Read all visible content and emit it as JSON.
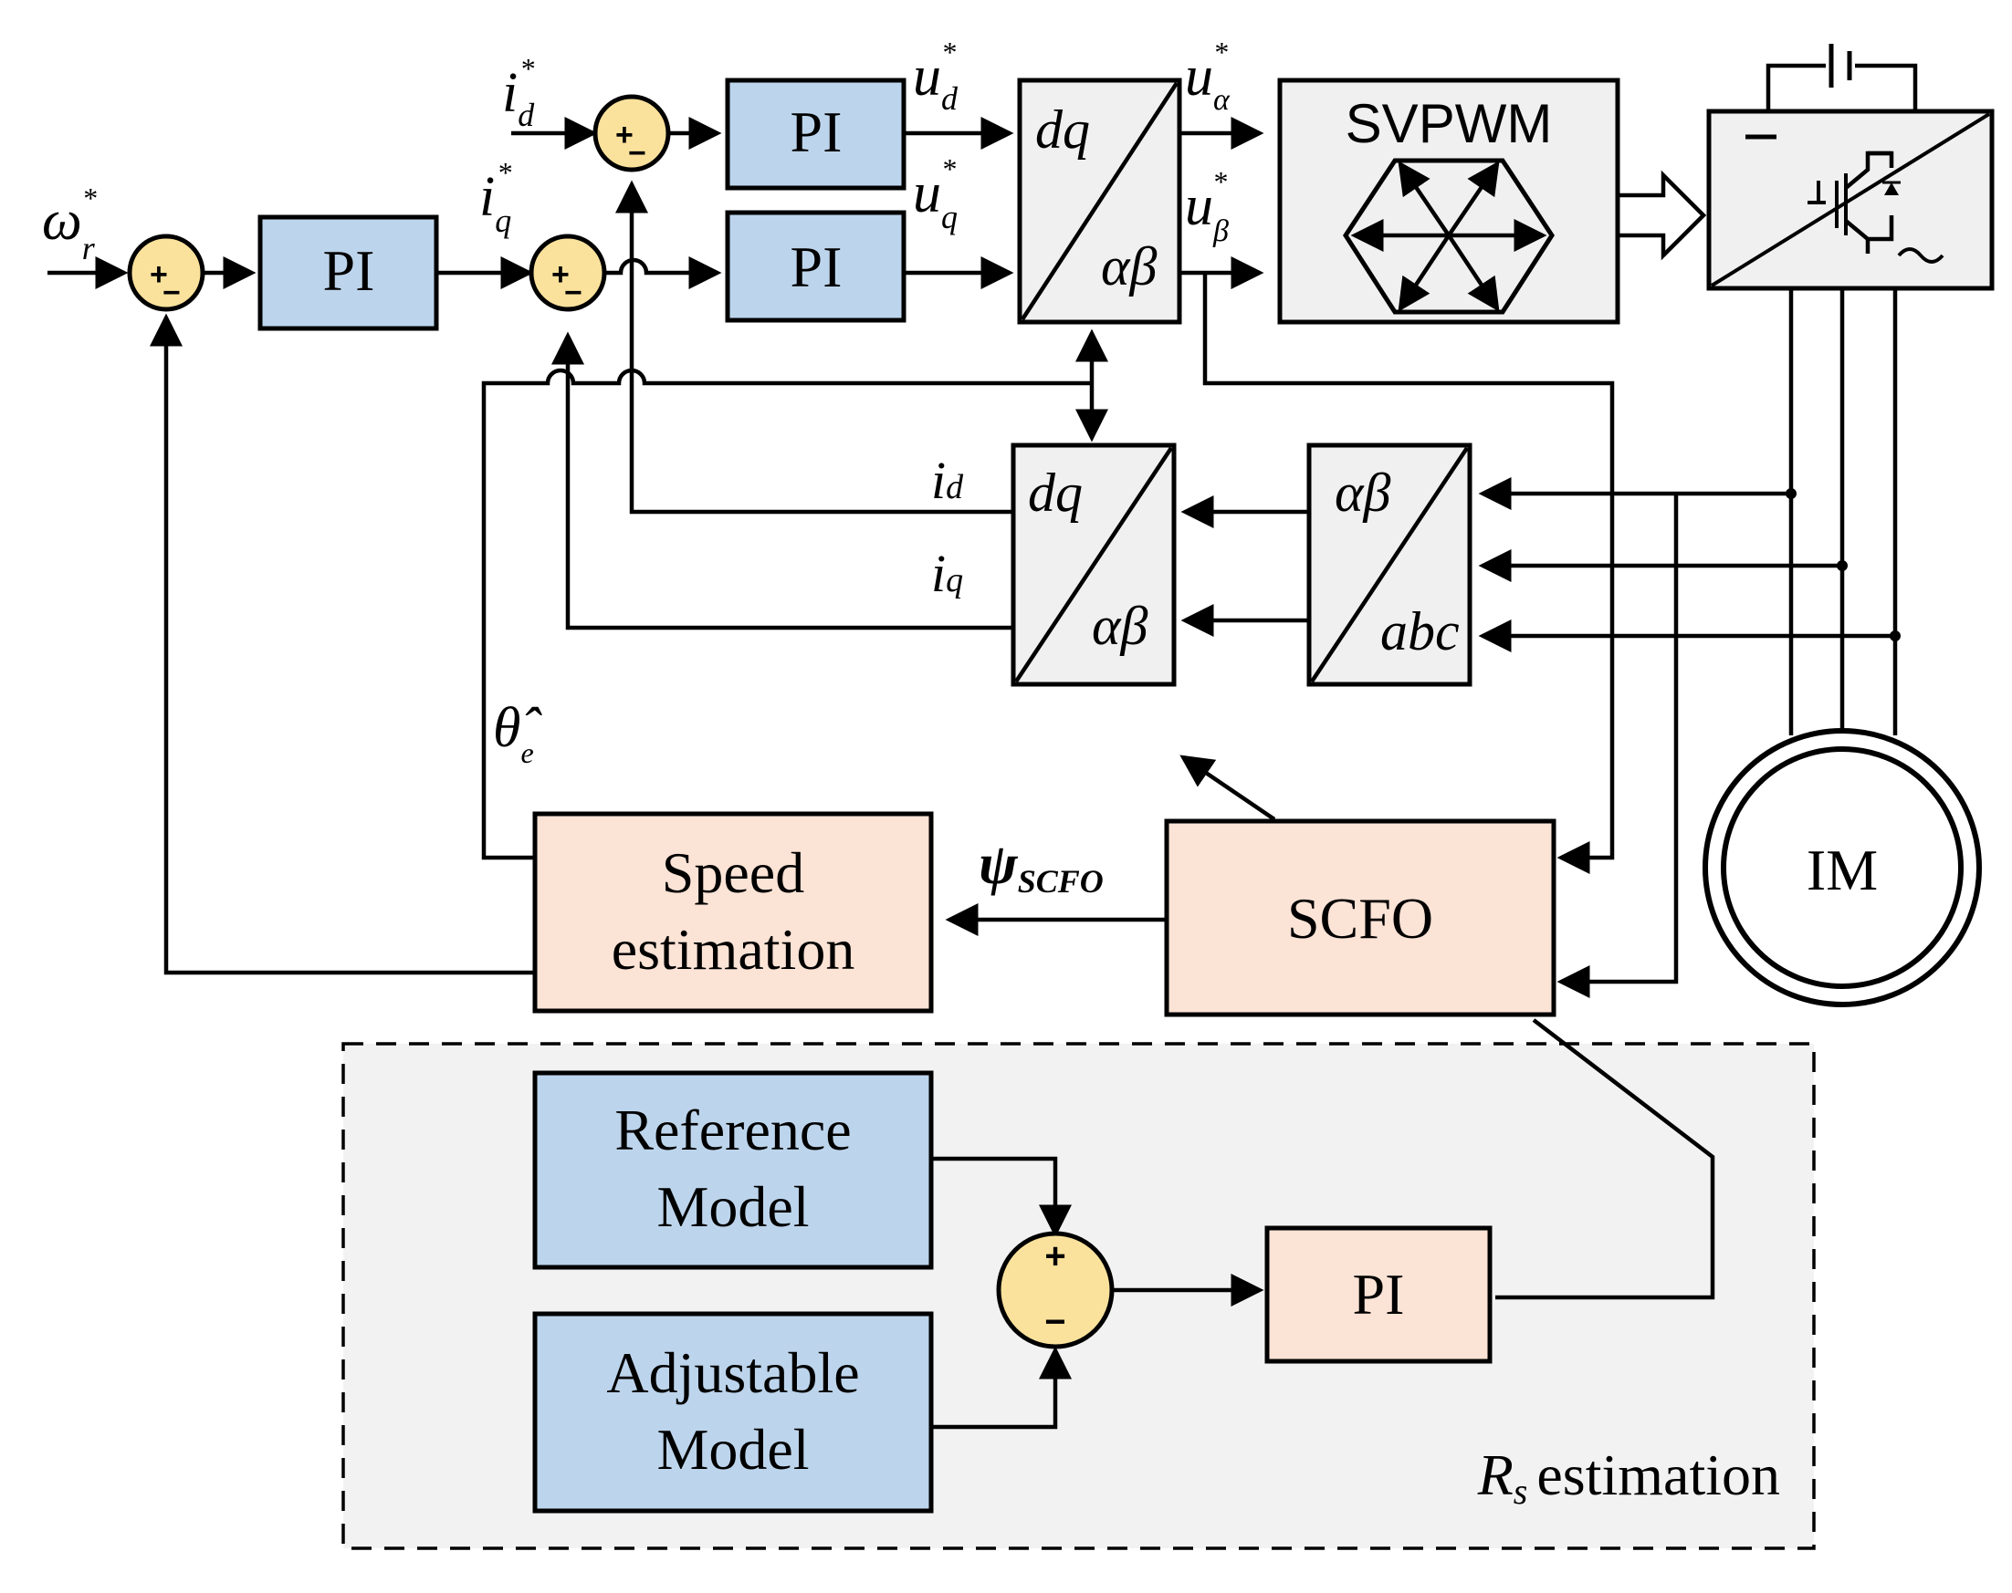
{
  "colors": {
    "pi_blue": "#bdd5ec",
    "estimator_peach": "#fbe3d6",
    "transform_gray": "#f0f0f0",
    "sum_yellow": "#fbe29c",
    "rs_region_gray": "#f2f2f2",
    "line": "#000000"
  },
  "blocks": {
    "pi_speed": "PI",
    "pi_d": "PI",
    "pi_q": "PI",
    "svpwm": "SVPWM",
    "dq_ab_top_in": "dq",
    "dq_ab_top_out": "αβ",
    "park_in": "dq",
    "park_out": "αβ",
    "clarke_in": "αβ",
    "clarke_out": "abc",
    "speed_estimation_line1": "Speed",
    "speed_estimation_line2": "estimation",
    "scfo": "SCFO",
    "reference_model_line1": "Reference",
    "reference_model_line2": "Model",
    "adjustable_model_line1": "Adjustable",
    "adjustable_model_line2": "Model",
    "pi_rs": "PI",
    "motor": "IM"
  },
  "signals": {
    "omega_ref": "ω",
    "omega_ref_sub": "r",
    "id_ref": "i",
    "id_ref_sub": "d",
    "iq_ref": "i",
    "iq_ref_sub": "q",
    "ud_ref": "u",
    "ud_ref_sub": "d",
    "uq_ref": "u",
    "uq_ref_sub": "q",
    "ualpha_ref": "u",
    "ualpha_ref_sub": "α",
    "ubeta_ref": "u",
    "ubeta_ref_sub": "β",
    "star": "*",
    "id_fb": "i",
    "id_fb_sub": "d",
    "iq_fb": "i",
    "iq_fb_sub": "q",
    "theta": "θ̂",
    "theta_sub": "e",
    "psi": "ψ",
    "psi_sub": "SCFO"
  },
  "summing_signs": {
    "plus": "+",
    "minus": "−"
  },
  "rs_region": {
    "label_symbol": "R",
    "label_sub": "s",
    "label_text": "estimation"
  }
}
